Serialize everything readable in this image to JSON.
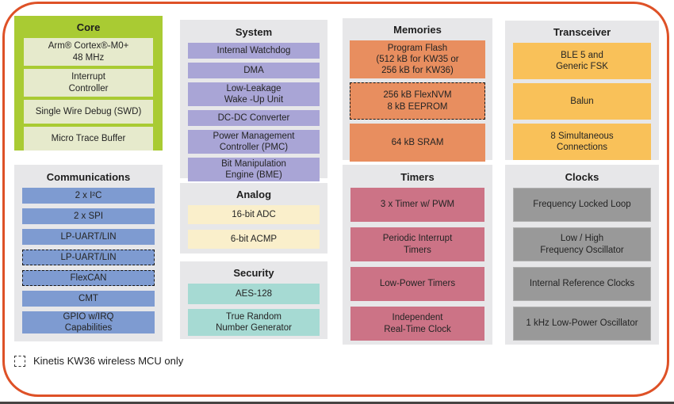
{
  "colors": {
    "frame-border": "#DE5127",
    "bottom-edge": "#474443",
    "container-bg": "#E7E7E9",
    "core-bg": "#A9CB33",
    "core-item": "#E6EACC",
    "comms-item": "#7E9BD1",
    "system-item": "#A9A5D6",
    "analog-item": "#FAEFCB",
    "security-item": "#A6DAD3",
    "memories-item": "#E88E5F",
    "timers-item": "#CC7386",
    "transceiver-item": "#F9C159",
    "clocks-item": "#999999",
    "clocks-item-border": "#B0B0B0"
  },
  "legend": {
    "label": "Kinetis KW36 wireless MCU only"
  },
  "sections": {
    "core": {
      "title": "Core",
      "items": [
        {
          "label": "Arm® Cortex®-M0+\n48 MHz"
        },
        {
          "label": "Interrupt\nController"
        },
        {
          "label": "Single Wire Debug (SWD)"
        },
        {
          "label": "Micro Trace Buffer"
        }
      ]
    },
    "communications": {
      "title": "Communications",
      "items": [
        {
          "label": "2 x I²C"
        },
        {
          "label": "2 x  SPI"
        },
        {
          "label": "LP-UART/LIN"
        },
        {
          "label": "LP-UART/LIN",
          "kw36_only": true
        },
        {
          "label": "FlexCAN",
          "kw36_only": true
        },
        {
          "label": "CMT"
        },
        {
          "label": "GPIO w/IRQ\nCapabilities"
        }
      ]
    },
    "system": {
      "title": "System",
      "items": [
        {
          "label": "Internal Watchdog"
        },
        {
          "label": "DMA"
        },
        {
          "label": "Low-Leakage\nWake -Up Unit"
        },
        {
          "label": "DC-DC Converter"
        },
        {
          "label": "Power Management\nController (PMC)"
        },
        {
          "label": "Bit Manipulation\nEngine (BME)"
        }
      ]
    },
    "analog": {
      "title": "Analog",
      "items": [
        {
          "label": "16-bit ADC"
        },
        {
          "label": "6-bit ACMP"
        }
      ]
    },
    "security": {
      "title": "Security",
      "items": [
        {
          "label": "AES-128"
        },
        {
          "label": "True Random\nNumber Generator"
        }
      ]
    },
    "memories": {
      "title": "Memories",
      "items": [
        {
          "label": "Program Flash\n(512 kB for KW35 or\n256 kB for KW36)"
        },
        {
          "label": "256 kB FlexNVM\n8 kB EEPROM",
          "kw36_only": true
        },
        {
          "label": "64 kB SRAM"
        }
      ]
    },
    "timers": {
      "title": "Timers",
      "items": [
        {
          "label": "3 x Timer w/ PWM"
        },
        {
          "label": "Periodic Interrupt\nTimers"
        },
        {
          "label": "Low-Power Timers"
        },
        {
          "label": "Independent\nReal-Time Clock"
        }
      ]
    },
    "transceiver": {
      "title": "Transceiver",
      "items": [
        {
          "label": "BLE 5 and\nGeneric FSK"
        },
        {
          "label": "Balun"
        },
        {
          "label": "8 Simultaneous\nConnections"
        }
      ]
    },
    "clocks": {
      "title": "Clocks",
      "items": [
        {
          "label": "Frequency Locked Loop"
        },
        {
          "label": "Low / High\nFrequency Oscillator"
        },
        {
          "label": "Internal Reference Clocks"
        },
        {
          "label": "1 kHz Low-Power Oscillator"
        }
      ]
    }
  }
}
